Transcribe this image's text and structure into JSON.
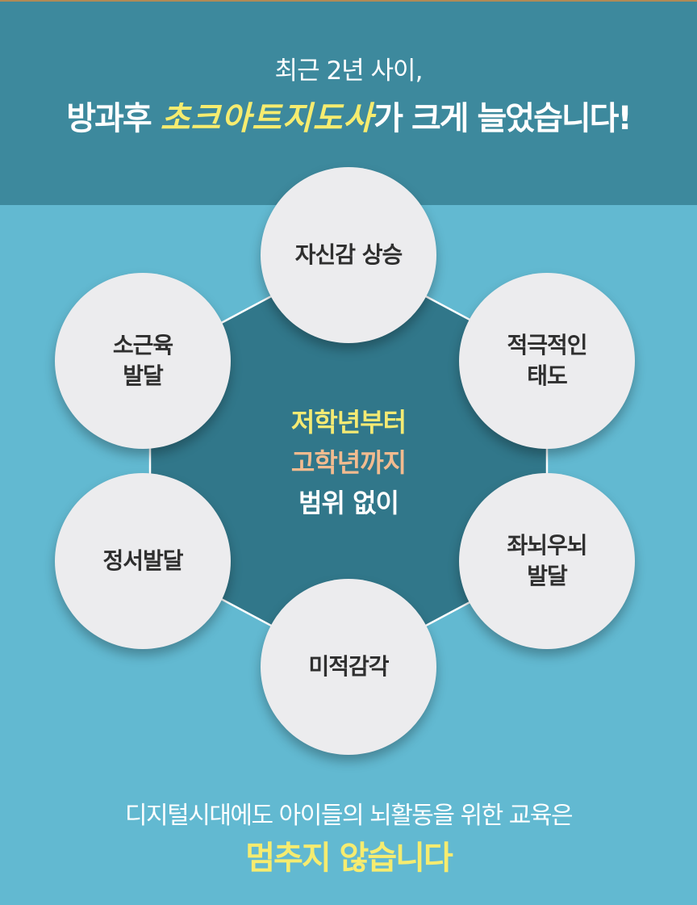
{
  "header": {
    "line1": "최근 2년 사이,",
    "line2_prefix": "방과후 ",
    "line2_highlight": "초크아트지도사",
    "line2_suffix": "가 크게 늘었습니다!"
  },
  "benefits": [
    {
      "label": "자신감 상승"
    },
    {
      "label": "적극적인\n태도"
    },
    {
      "label": "좌뇌우뇌\n발달"
    },
    {
      "label": "미적감각"
    },
    {
      "label": "정서발달"
    },
    {
      "label": "소근육\n발달"
    }
  ],
  "center": {
    "line1": "저학년부터",
    "line2": "고학년까지",
    "line3": "범위 없이"
  },
  "footer": {
    "line1": "디지털시대에도 아이들의 뇌활동을 위한 교육은",
    "line2": "멈추지 않습니다"
  },
  "colors": {
    "header_bg": "#3d899d",
    "body_bg": "#62b9d1",
    "hexagon": "#31778a",
    "highlight_yellow": "#f6ec6f",
    "highlight_peach": "#f2bb8f",
    "circle_bg": "#ececee"
  }
}
